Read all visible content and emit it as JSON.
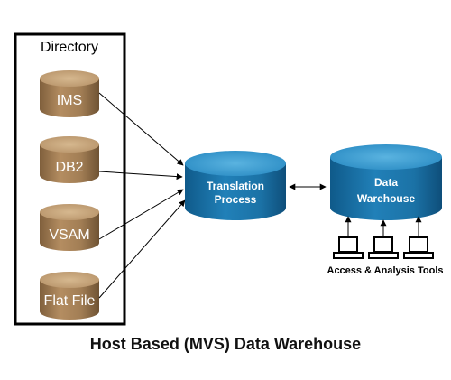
{
  "directory": {
    "title": "Directory",
    "sources": [
      {
        "label": "IMS"
      },
      {
        "label": "DB2"
      },
      {
        "label": "VSAM"
      },
      {
        "label": "Flat File"
      }
    ]
  },
  "translation": {
    "line1": "Translation",
    "line2": "Process"
  },
  "warehouse": {
    "line1": "Data",
    "line2": "Warehouse"
  },
  "tools": {
    "label": "Access & Analysis Tools",
    "count": 3
  },
  "caption": "Host Based (MVS) Data Warehouse",
  "colors": {
    "source_top": "#c5a379",
    "source_body": "#9e7a52",
    "source_dark": "#6e5233",
    "blue_top": "#3e9ccf",
    "blue_body": "#1c74a9",
    "blue_dark": "#0f4f7c",
    "frame": "#000000"
  }
}
